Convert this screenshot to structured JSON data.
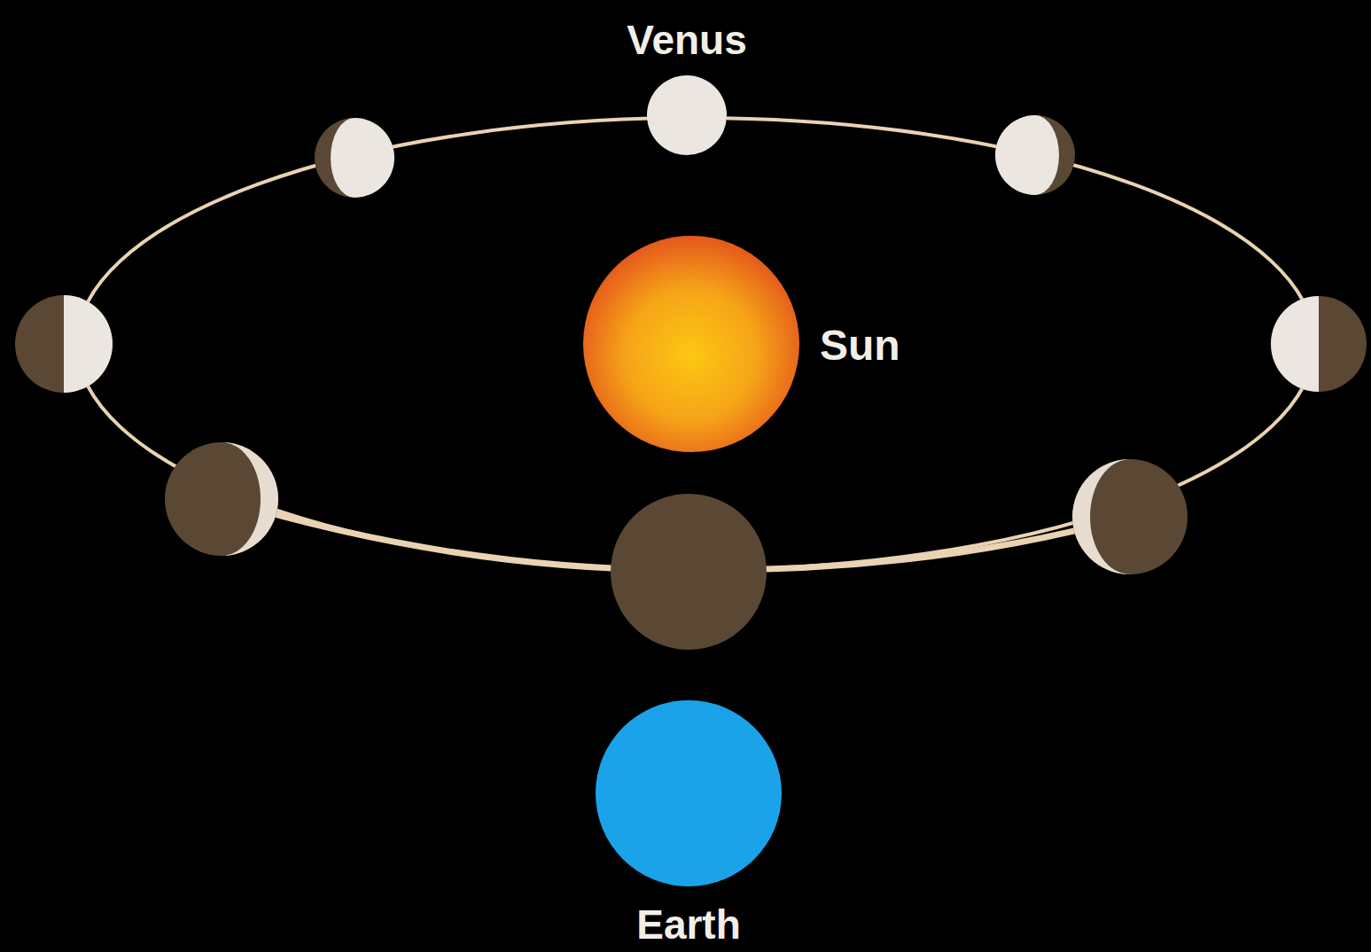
{
  "diagram": {
    "labels": [
      "Venus",
      "Sun",
      "Earth"
    ]
  }
}
